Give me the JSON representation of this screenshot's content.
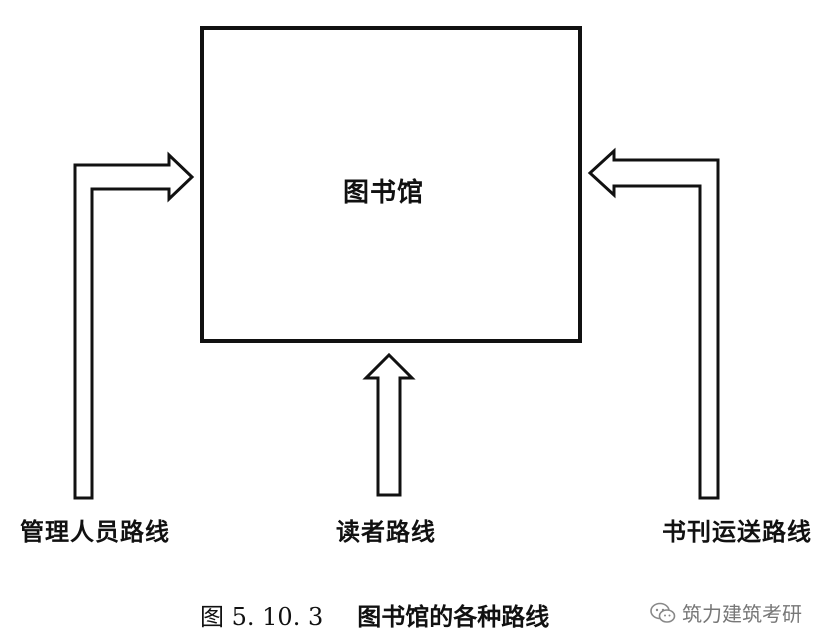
{
  "diagram": {
    "box_label": "图书馆",
    "routes": [
      {
        "id": "left",
        "label": "管理人员路线"
      },
      {
        "id": "center",
        "label": "读者路线"
      },
      {
        "id": "right",
        "label": "书刊运送路线"
      }
    ]
  },
  "caption": {
    "number": "图 5. 10. 3",
    "text": "图书馆的各种路线"
  },
  "watermark": {
    "text": "筑力建筑考研",
    "icon": "wechat-icon"
  }
}
